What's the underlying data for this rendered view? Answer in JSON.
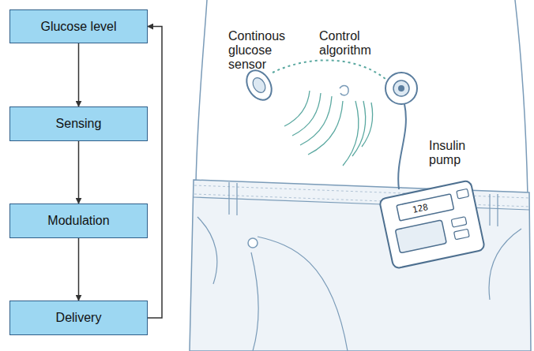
{
  "diagram": {
    "nodes": [
      {
        "text": [
          "Glucose level"
        ]
      },
      {
        "text": [
          "Sensing"
        ]
      },
      {
        "text": [
          "Modulation"
        ]
      },
      {
        "text": [
          "Delivery"
        ]
      }
    ],
    "edges": [
      {
        "from": 0,
        "to": 1,
        "arrow": "to"
      },
      {
        "from": 1,
        "to": 2,
        "arrow": "to"
      },
      {
        "from": 2,
        "to": 3,
        "arrow": "to"
      },
      {
        "from": 3,
        "to": 0,
        "arrow": "to"
      }
    ],
    "labels": [
      "Continous glucose sensor",
      "Control algorithm",
      "Insulin pump",
      "128"
    ]
  }
}
